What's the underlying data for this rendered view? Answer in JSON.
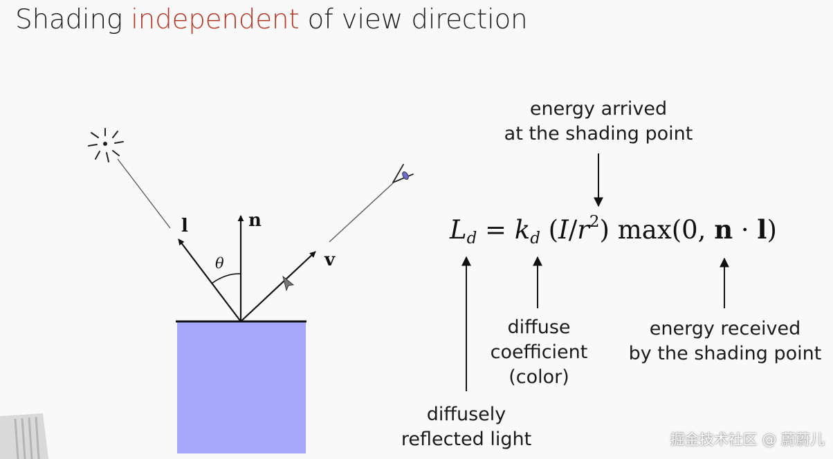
{
  "title": {
    "prefix": "Shading",
    "accent": "independent",
    "suffix": "of view direction",
    "accent_color": "#b23a2a"
  },
  "diagram": {
    "surface_color": "#a6a6fb",
    "light_icon": "light-source-icon",
    "eye_icon": "eye-icon",
    "labels": {
      "l": "l",
      "n": "n",
      "v": "v",
      "theta": "θ"
    }
  },
  "formula": {
    "L": "L",
    "L_sub": "d",
    "eq": " = ",
    "k": "k",
    "k_sub": "d",
    "paren_open": " (",
    "I": "I",
    "slash": "/",
    "r": "r",
    "r_sup": "2",
    "paren_close": ") ",
    "max": "max(0, ",
    "n": "n",
    "dot": " · ",
    "l": "l",
    "end": ")"
  },
  "annotations": {
    "energy_arrived": [
      "energy arrived",
      "at the shading point"
    ],
    "diffuse_coefficient": [
      "diffuse",
      "coefficient",
      "(color)"
    ],
    "energy_received": [
      "energy received",
      "by the shading point"
    ],
    "diffusely_reflected": [
      "diffusely",
      "reflected light"
    ]
  },
  "watermark": "掘金技术社区 @ 蔚蔚儿"
}
